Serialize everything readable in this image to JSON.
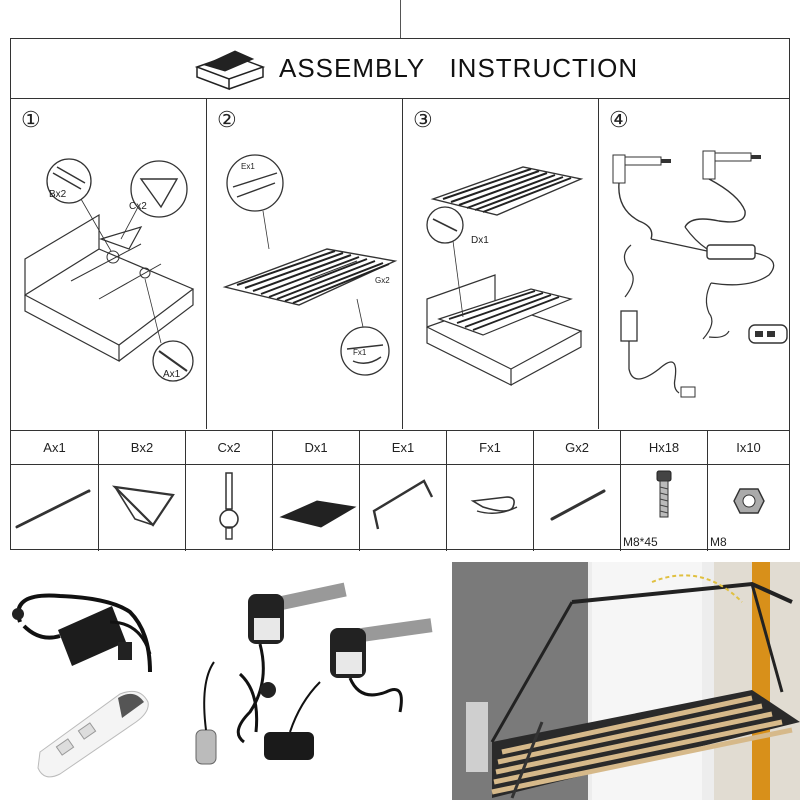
{
  "header": {
    "title": "ASSEMBLY   INSTRUCTION"
  },
  "steps": [
    {
      "number": "①",
      "labels": {
        "b": "Bx2",
        "c": "Cx2",
        "a": "Ax1"
      }
    },
    {
      "number": "②",
      "labels": {
        "e": "Ex1",
        "g": "Gx2",
        "f": "Fx1"
      }
    },
    {
      "number": "③",
      "labels": {
        "d": "Dx1"
      }
    },
    {
      "number": "④"
    }
  ],
  "parts": [
    {
      "label": "Ax1",
      "note": "",
      "icon": "gas-strut-rod-icon"
    },
    {
      "label": "Bx2",
      "note": "",
      "icon": "lift-bracket-icon"
    },
    {
      "label": "Cx2",
      "note": "",
      "icon": "gas-spring-icon"
    },
    {
      "label": "Dx1",
      "note": "",
      "icon": "slat-panel-icon"
    },
    {
      "label": "Ex1",
      "note": "",
      "icon": "u-handle-icon"
    },
    {
      "label": "Fx1",
      "note": "",
      "icon": "clip-icon"
    },
    {
      "label": "Gx2",
      "note": "",
      "icon": "bar-icon"
    },
    {
      "label": "Hx18",
      "note": "M8*45",
      "icon": "bolt-icon"
    },
    {
      "label": "Ix10",
      "note": "M8",
      "icon": "nut-icon"
    }
  ],
  "colors": {
    "line": "#333333",
    "slat": "#2a2a2a",
    "photo_bg": "#f2f2f2"
  }
}
